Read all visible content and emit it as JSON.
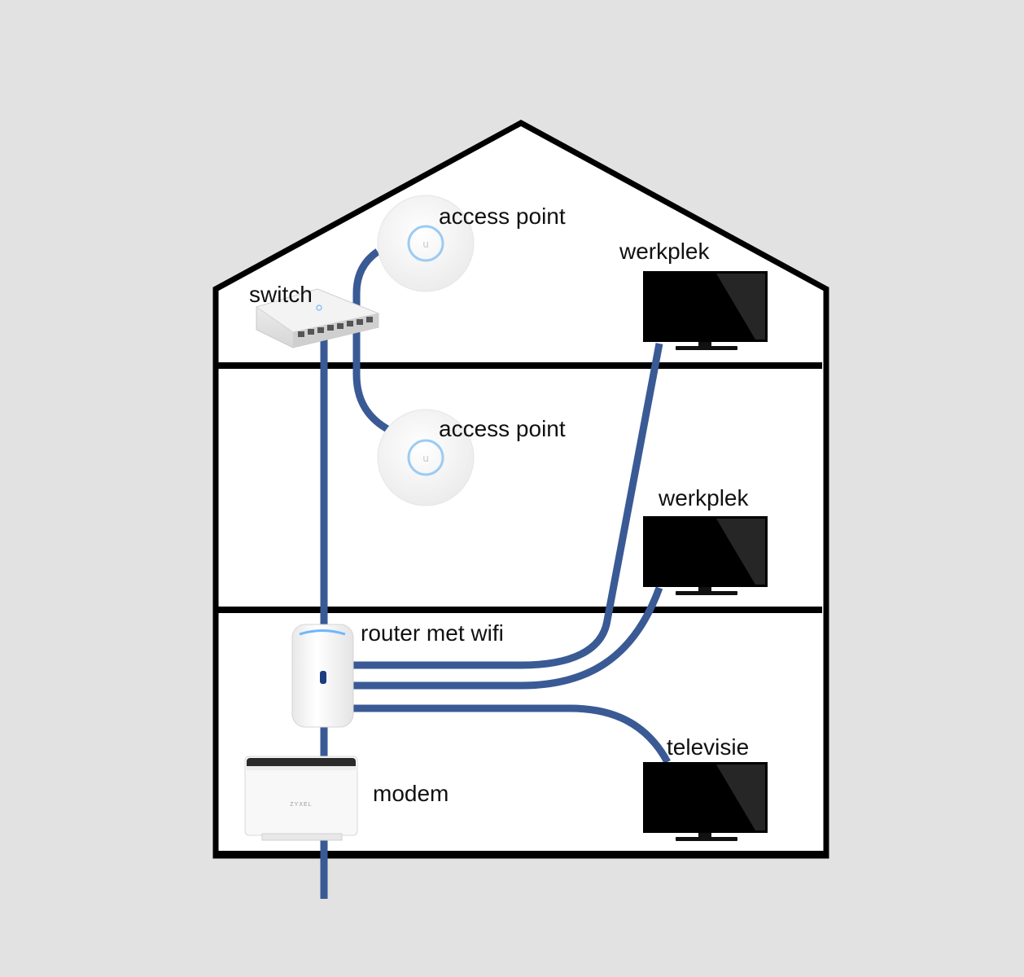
{
  "labels": {
    "access_point_top": "access point",
    "access_point_mid": "access point",
    "switch": "switch",
    "werkplek_top": "werkplek",
    "werkplek_mid": "werkplek",
    "router": "router met wifi",
    "modem": "modem",
    "televisie": "televisie",
    "modem_brand": "ZYXEL"
  },
  "colors": {
    "background": "#e2e2e2",
    "house_fill": "#ffffff",
    "house_outline": "#000000",
    "cable": "#3a5a95",
    "screen": "#000000",
    "led": "#6fb6ff"
  },
  "icons": {
    "access_point": "round-ceiling-access-point-icon",
    "switch": "network-switch-icon",
    "monitor": "monitor-icon",
    "router": "router-tower-icon",
    "modem": "modem-icon"
  }
}
